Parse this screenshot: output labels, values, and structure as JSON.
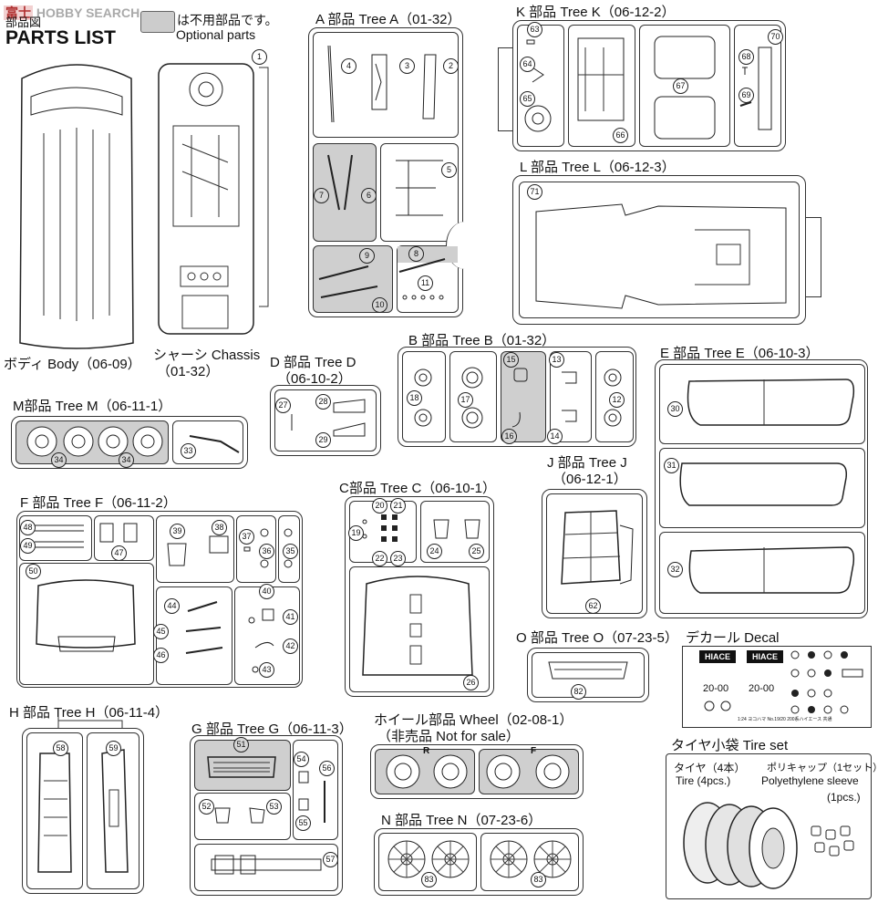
{
  "header": {
    "watermark_logo": "富士",
    "watermark_text": "HOBBY SEARCH",
    "title_jp": "部品図",
    "title_en": "PARTS LIST",
    "legend_jp": "は不用部品です。",
    "legend_en": "Optional parts"
  },
  "body": {
    "label": "ボディ Body（06-09）"
  },
  "chassis": {
    "label_jp": "シャーシ Chassis",
    "label_code": "（01-32）",
    "part": "1"
  },
  "trees": {
    "A": {
      "label": "A 部品 Tree A（01-32）",
      "parts": [
        "2",
        "3",
        "4",
        "5",
        "6",
        "7",
        "8",
        "9",
        "10",
        "11"
      ]
    },
    "K": {
      "label": "K 部品 Tree K（06-12-2）",
      "parts": [
        "63",
        "64",
        "65",
        "66",
        "67",
        "68",
        "69",
        "70"
      ]
    },
    "L": {
      "label": "L 部品 Tree L（06-12-3）",
      "parts": [
        "71"
      ]
    },
    "B": {
      "label": "B 部品 Tree B（01-32）",
      "parts": [
        "12",
        "13",
        "14",
        "15",
        "16",
        "17",
        "18"
      ]
    },
    "D": {
      "label_1": "D 部品 Tree D",
      "label_2": "（06-10-2）",
      "parts": [
        "27",
        "28",
        "29"
      ]
    },
    "E": {
      "label": "E 部品 Tree E（06-10-3）",
      "parts": [
        "30",
        "31",
        "32"
      ]
    },
    "M": {
      "label": "M部品 Tree M（06-11-1）",
      "parts": [
        "33",
        "34",
        "34"
      ]
    },
    "C": {
      "label": "C部品 Tree C（06-10-1）",
      "parts": [
        "19",
        "20",
        "21",
        "22",
        "23",
        "24",
        "25",
        "26"
      ]
    },
    "J": {
      "label_1": "J 部品 Tree J",
      "label_2": "（06-12-1）",
      "parts": [
        "62"
      ]
    },
    "F": {
      "label": "F 部品 Tree F（06-11-2）",
      "parts": [
        "35",
        "36",
        "37",
        "38",
        "39",
        "40",
        "41",
        "42",
        "43",
        "44",
        "45",
        "46",
        "47",
        "48",
        "49",
        "50"
      ]
    },
    "O": {
      "label": "O 部品 Tree O（07-23-5）",
      "parts": [
        "82"
      ]
    },
    "H": {
      "label": "H 部品 Tree H（06-11-4）",
      "parts": [
        "58",
        "59"
      ]
    },
    "G": {
      "label": "G 部品 Tree G（06-11-3）",
      "parts": [
        "51",
        "52",
        "53",
        "54",
        "55",
        "56",
        "57"
      ]
    },
    "Wheel": {
      "label_1": "ホイール部品 Wheel（02-08-1）",
      "label_2": "（非売品 Not for sale）",
      "mark_r": "R",
      "mark_f": "F"
    },
    "N": {
      "label": "N 部品 Tree N（07-23-6）",
      "parts": [
        "83",
        "83"
      ]
    }
  },
  "decal": {
    "label": "デカール Decal",
    "brand_1": "HIACE",
    "brand_2": "HIACE",
    "plate_1": "20-00",
    "plate_2": "20-00",
    "small_text": "1:24 ヨコハマ No.19/20 200系ハイエース 共通"
  },
  "tireset": {
    "label": "タイヤ小袋 Tire set",
    "tire_jp": "タイヤ（4本）",
    "tire_en": "Tire (4pcs.)",
    "sleeve_jp": "ポリキャップ（1セット）",
    "sleeve_en": "Polyethylene sleeve",
    "sleeve_qty": "(1pcs.)"
  }
}
